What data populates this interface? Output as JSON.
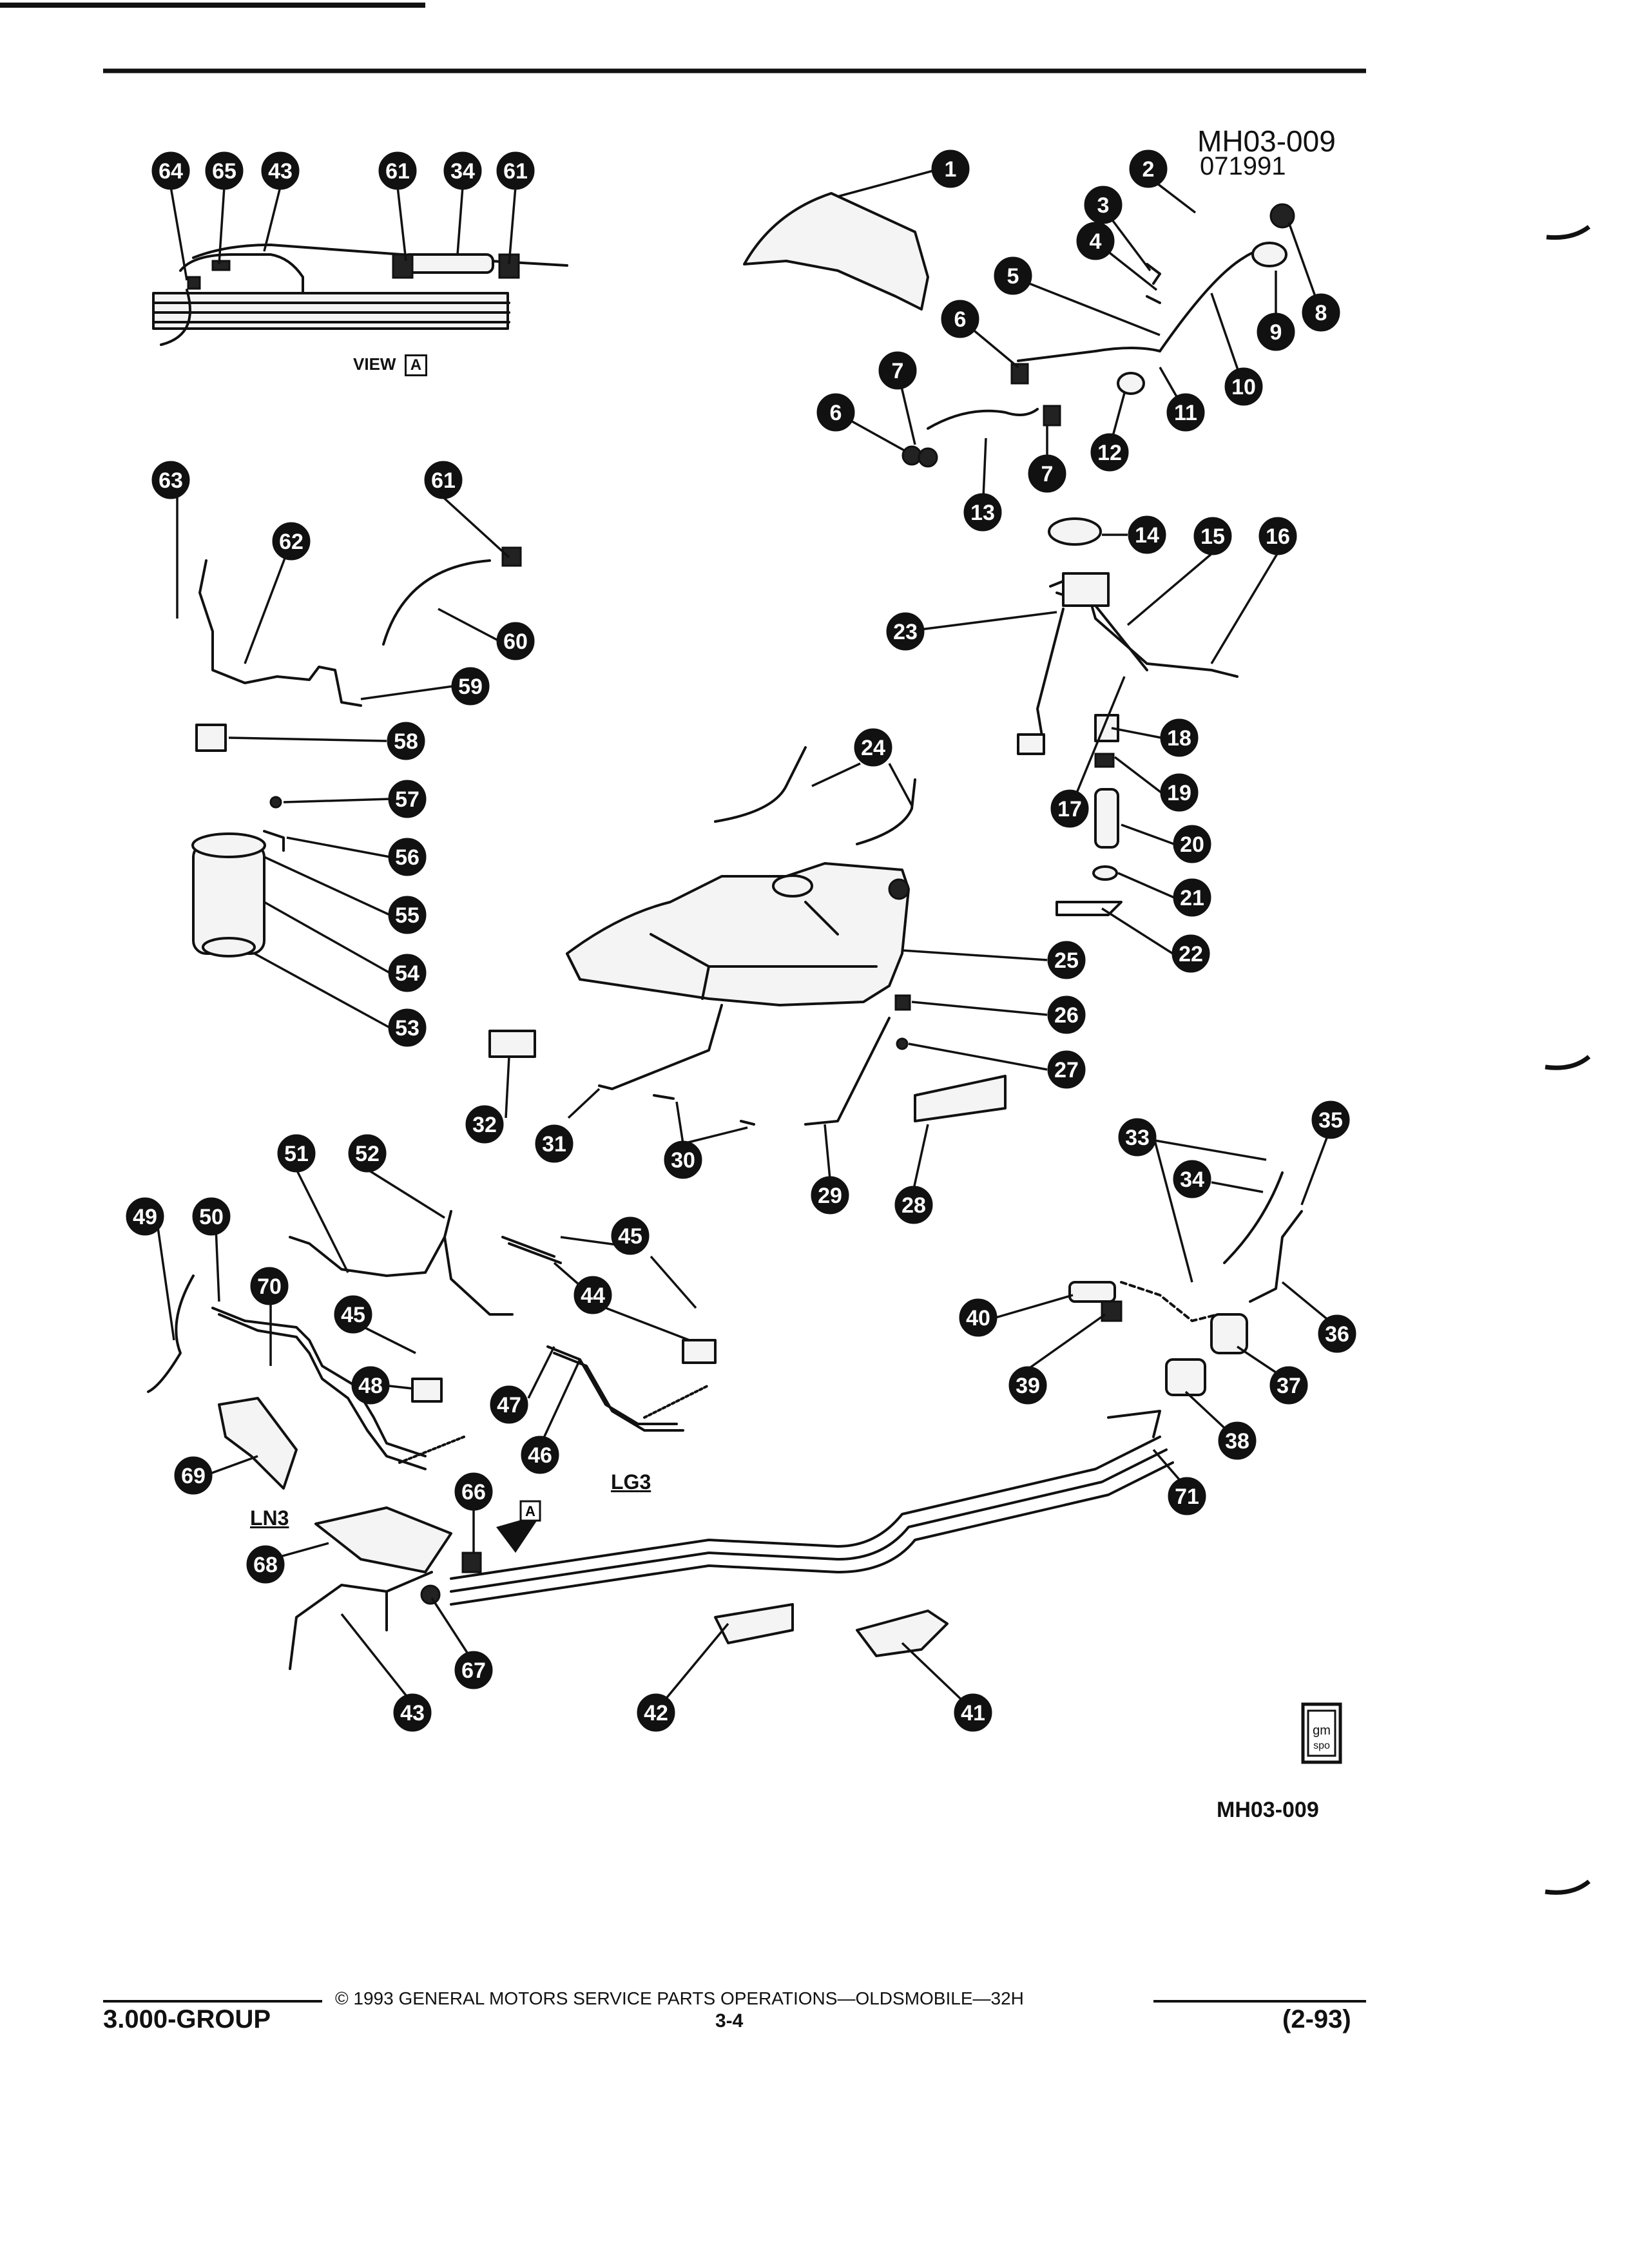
{
  "diagram_id": "MH03-009",
  "diagram_code": "071991",
  "view_label": "VIEW",
  "view_letter": "A",
  "engine_labels": {
    "lg3": "LG3",
    "ln3": "LN3"
  },
  "figure_code": "MH03-009",
  "gm_spo_logo": "gm spo",
  "footer": {
    "copyright": "© 1993 GENERAL MOTORS SERVICE PARTS OPERATIONS—OLDSMOBILE—32H",
    "group": "3.000-GROUP",
    "page": "3-4",
    "date": "(2-93)"
  },
  "callouts": [
    "64",
    "65",
    "43",
    "61",
    "34",
    "61",
    "1",
    "2",
    "3",
    "4",
    "5",
    "6",
    "7",
    "6",
    "7",
    "13",
    "12",
    "11",
    "10",
    "9",
    "8",
    "63",
    "61",
    "62",
    "60",
    "59",
    "14",
    "15",
    "16",
    "23",
    "18",
    "19",
    "17",
    "20",
    "21",
    "22",
    "24",
    "58",
    "57",
    "56",
    "55",
    "54",
    "53",
    "25",
    "26",
    "27",
    "32",
    "31",
    "30",
    "29",
    "28",
    "51",
    "52",
    "49",
    "50",
    "45",
    "44",
    "70",
    "45",
    "48",
    "47",
    "46",
    "69",
    "33",
    "35",
    "34",
    "40",
    "39",
    "36",
    "37",
    "38",
    "66",
    "68",
    "67",
    "43",
    "42",
    "41",
    "71"
  ]
}
